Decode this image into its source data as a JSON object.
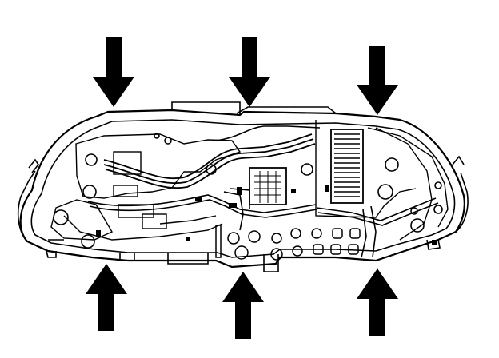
{
  "figure": {
    "subject": "instrument-cluster-circuit-board",
    "colors": {
      "background": "#ffffff",
      "ink": "#000000"
    },
    "arrows": {
      "top": [
        "arrow-down-left",
        "arrow-down-center",
        "arrow-down-right"
      ],
      "bottom": [
        "arrow-up-left",
        "arrow-up-center",
        "arrow-up-right"
      ]
    }
  }
}
